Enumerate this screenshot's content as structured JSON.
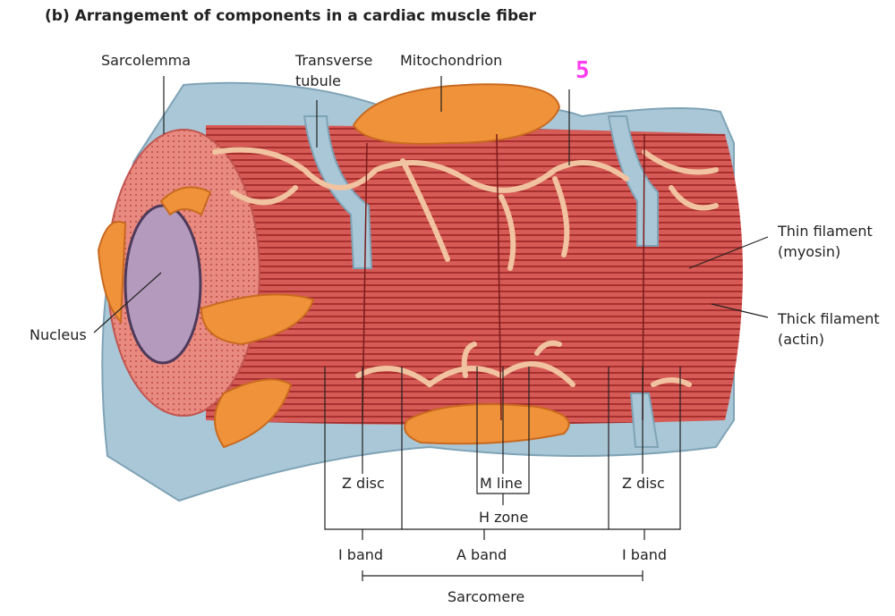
{
  "title": "(b) Arrangement of components in a cardiac muscle fiber",
  "marker": "5",
  "labels": {
    "sarcolemma": "Sarcolemma",
    "transverse_tubule_1": "Transverse",
    "transverse_tubule_2": "tubule",
    "mitochondrion": "Mitochondrion",
    "nucleus": "Nucleus",
    "thin_filament_1": "Thin filament",
    "thin_filament_2": "(myosin)",
    "thick_filament_1": "Thick filament",
    "thick_filament_2": "(actin)",
    "z_disc_left": "Z disc",
    "m_line": "M line",
    "z_disc_right": "Z disc",
    "h_zone": "H zone",
    "i_band_left": "I band",
    "a_band": "A band",
    "i_band_right": "I band",
    "sarcomere": "Sarcomere"
  },
  "colors": {
    "membrane": "#a9c7d6",
    "muscle": "#d9534f",
    "mito": "#f0923a",
    "sr": "#f1c3a0",
    "nucleus": "#b49bbd",
    "marker": "#ff3cf0"
  }
}
